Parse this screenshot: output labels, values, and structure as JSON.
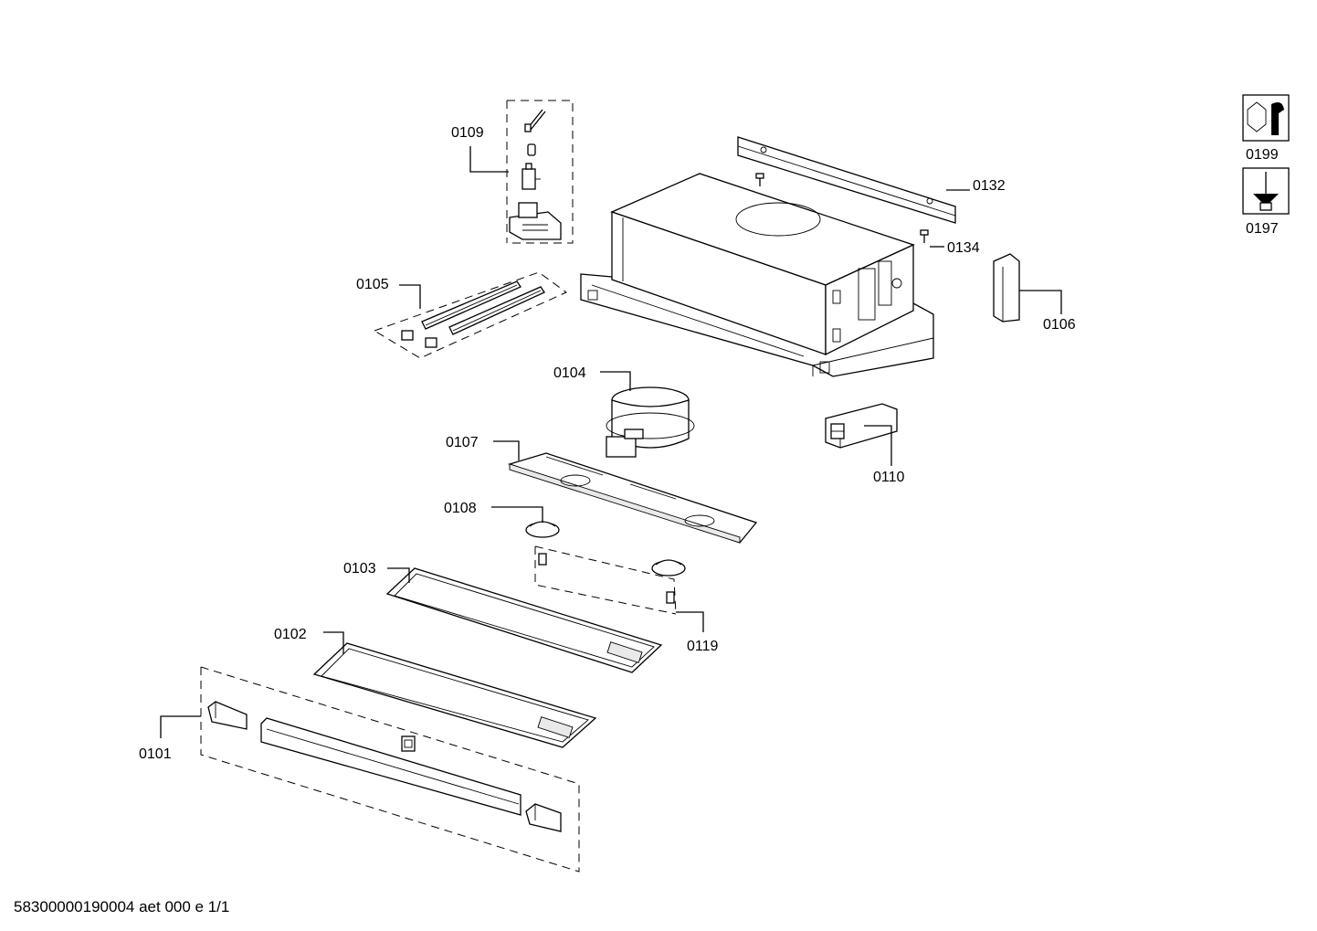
{
  "labels": {
    "p0101": "0101",
    "p0102": "0102",
    "p0103": "0103",
    "p0104": "0104",
    "p0105": "0105",
    "p0106": "0106",
    "p0107": "0107",
    "p0108": "0108",
    "p0109": "0109",
    "p0110": "0110",
    "p0119": "0119",
    "p0132": "0132",
    "p0134": "0134",
    "p0197": "0197",
    "p0199": "0199"
  },
  "footer": {
    "text": "58300000190004 aet 000 e 1/1"
  },
  "icons": {
    "tool_icon": "wrench-nut-icon",
    "screw_icon": "screwdriver-icon"
  }
}
